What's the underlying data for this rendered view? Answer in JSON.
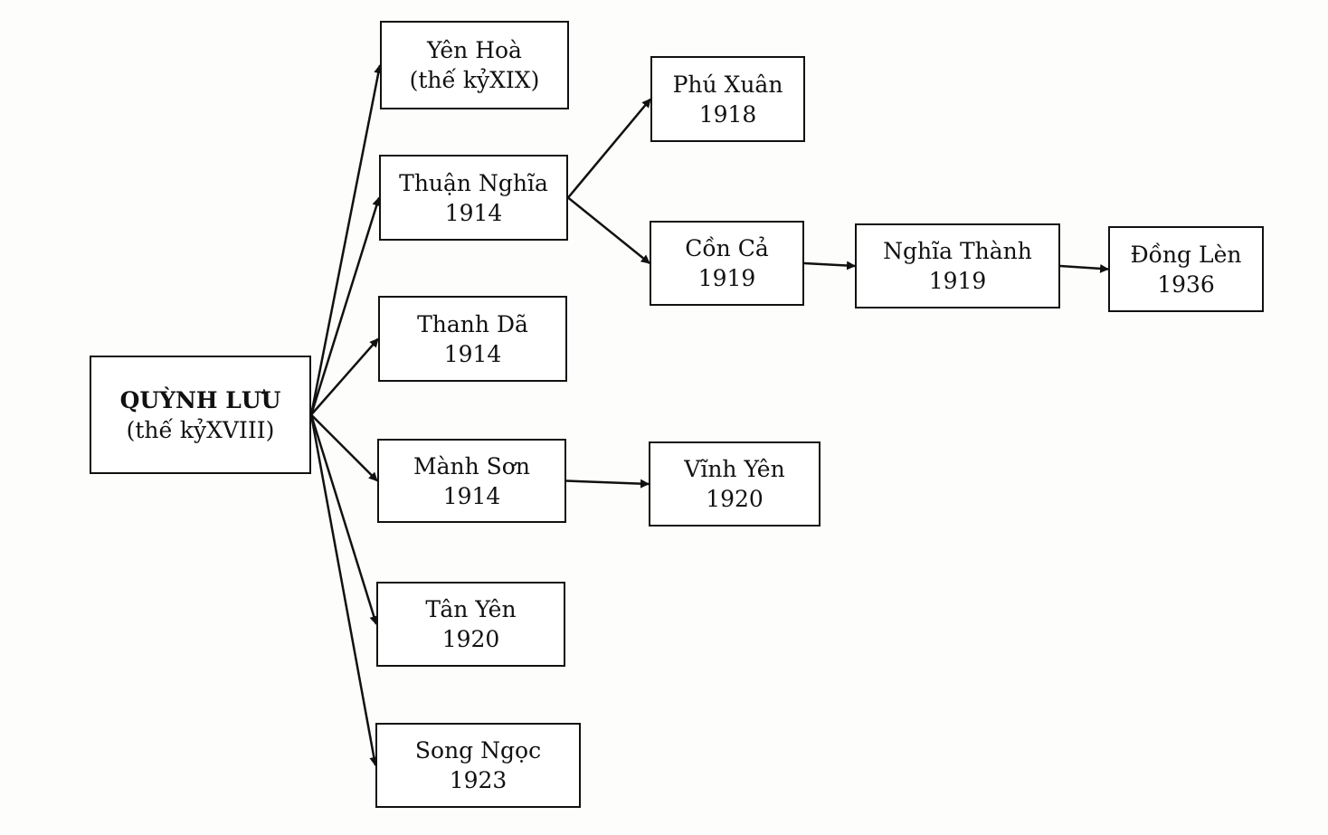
{
  "nodes": {
    "quynh_luu": {
      "name": "QUỲNH LƯU",
      "date": "(thế kỷXVIII)"
    },
    "yen_hoa": {
      "name": "Yên Hoà",
      "date": "(thế kỷXIX)"
    },
    "thuan_nghia": {
      "name": "Thuận Nghĩa",
      "date": "1914"
    },
    "thanh_da": {
      "name": "Thanh Dã",
      "date": "1914"
    },
    "manh_son": {
      "name": "Mành Sơn",
      "date": "1914"
    },
    "tan_yen": {
      "name": "Tân Yên",
      "date": "1920"
    },
    "song_ngoc": {
      "name": "Song Ngọc",
      "date": "1923"
    },
    "phu_xuan": {
      "name": "Phú Xuân",
      "date": "1918"
    },
    "con_ca": {
      "name": "Cồn Cả",
      "date": "1919"
    },
    "nghia_thanh": {
      "name": "Nghĩa Thành",
      "date": "1919"
    },
    "dong_len": {
      "name": "Đồng Lèn",
      "date": "1936"
    },
    "vinh_yen": {
      "name": "Vĩnh Yên",
      "date": "1920"
    }
  },
  "edges": [
    {
      "from": "quynh_luu",
      "to": "yen_hoa"
    },
    {
      "from": "quynh_luu",
      "to": "thuan_nghia"
    },
    {
      "from": "quynh_luu",
      "to": "thanh_da"
    },
    {
      "from": "quynh_luu",
      "to": "manh_son"
    },
    {
      "from": "quynh_luu",
      "to": "tan_yen"
    },
    {
      "from": "quynh_luu",
      "to": "song_ngoc"
    },
    {
      "from": "thuan_nghia",
      "to": "phu_xuan"
    },
    {
      "from": "thuan_nghia",
      "to": "con_ca"
    },
    {
      "from": "con_ca",
      "to": "nghia_thanh"
    },
    {
      "from": "nghia_thanh",
      "to": "dong_len"
    },
    {
      "from": "manh_son",
      "to": "vinh_yen"
    }
  ]
}
